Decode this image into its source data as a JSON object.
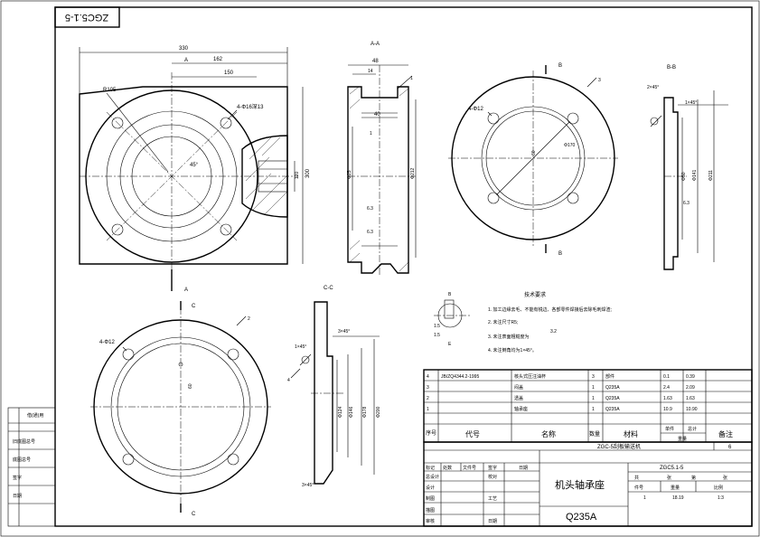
{
  "drawing_code": "ZGC5.1-5",
  "views": {
    "section_aa": "A-A",
    "section_bb": "B-B",
    "section_cc": "C-C",
    "cut_a_top": "A",
    "cut_a_bottom": "A",
    "cut_b_top": "B",
    "cut_b_bottom": "B",
    "cut_c_top": "C",
    "cut_c_bottom": "C"
  },
  "dimensions": {
    "front_width": "330",
    "front_half": "162",
    "front_150": "150",
    "front_radius": "R105",
    "front_holes": "4-Φ16深13",
    "front_angle": "45°",
    "front_height": "300",
    "front_b120": "120",
    "aa_top": "48",
    "aa_14": "14",
    "aa_40": "40",
    "aa_dia_left": "Φ25",
    "aa_dia_right": "Φ212",
    "b_holes": "4-Φ12",
    "b_pcd": "Φ170",
    "b_60": "60",
    "bb_chamfer": "2×45°",
    "bb_chamfer2": "1×45°",
    "bb_d1": "Φ50",
    "bb_d2": "Φ141",
    "bb_d3": "Φ211",
    "c_holes": "4-Φ12",
    "c_60": "60",
    "cc_ch1": "1×45°",
    "cc_ch2": "3×45°",
    "cc_ch3": "3×45°",
    "cc_d1": "Φ124",
    "cc_d2": "Φ146",
    "cc_d3": "Φ178",
    "cc_d4": "Φ200",
    "roughness_a": "6.3",
    "roughness_b": "3.2",
    "detail_l1": "1.5",
    "detail_l2": "1.5"
  },
  "balloons": [
    "1",
    "2",
    "3",
    "4"
  ],
  "notes": {
    "title": "技术要求",
    "items": [
      "1. 加工边缘去毛、不能有锐边、各部零件焊接后去除毛刺焊渣;",
      "2. 未注尺寸R5;",
      "3. 未注表面粗糙度为",
      "4. 未注倒角均为1×45°。"
    ]
  },
  "bom": {
    "rows": [
      {
        "no": "4",
        "code": "JB/ZQ4344.2-1995",
        "name": "核头式压注油杯",
        "qty": "3",
        "material": "部件",
        "unit": "0.1",
        "total": "0.39",
        "note": ""
      },
      {
        "no": "3",
        "code": "",
        "name": "闷盖",
        "qty": "1",
        "material": "Q235A",
        "unit": "2.4",
        "total": "2.09",
        "note": ""
      },
      {
        "no": "2",
        "code": "",
        "name": "透盖",
        "qty": "1",
        "material": "Q235A",
        "unit": "1.63",
        "total": "1.63",
        "note": ""
      },
      {
        "no": "1",
        "code": "",
        "name": "轴承座",
        "qty": "1",
        "material": "Q235A",
        "unit": "10.9",
        "total": "10.90",
        "note": ""
      }
    ],
    "header": {
      "no": "序号",
      "code": "代号",
      "name": "名称",
      "qty": "数量",
      "material": "材料",
      "unit": "单件",
      "total": "总计",
      "weight": "重量",
      "note": "备注"
    }
  },
  "title_block": {
    "assembly": "ZGC-5刮板输送机",
    "sheet_no": "6",
    "part_name": "机头轴承座",
    "drawing_no": "ZGC5.1-5",
    "material": "Q235A",
    "rev_labels": [
      "标记",
      "处数",
      "文件号",
      "签字",
      "日期"
    ],
    "roles": [
      "总设计",
      "设计",
      "制图",
      "描图",
      "审核"
    ],
    "role_right": [
      "校对",
      "",
      "工艺",
      "",
      "日期"
    ],
    "sheet_labels": [
      "共",
      "张",
      "第",
      "张"
    ],
    "weight_labels": [
      "件号",
      "重量",
      "比例"
    ],
    "weight_vals": [
      "1",
      "18.19",
      "1:3"
    ]
  },
  "left_strip": [
    "借(通)用",
    "旧底图总号",
    "底图总号",
    "签字",
    "日期"
  ]
}
